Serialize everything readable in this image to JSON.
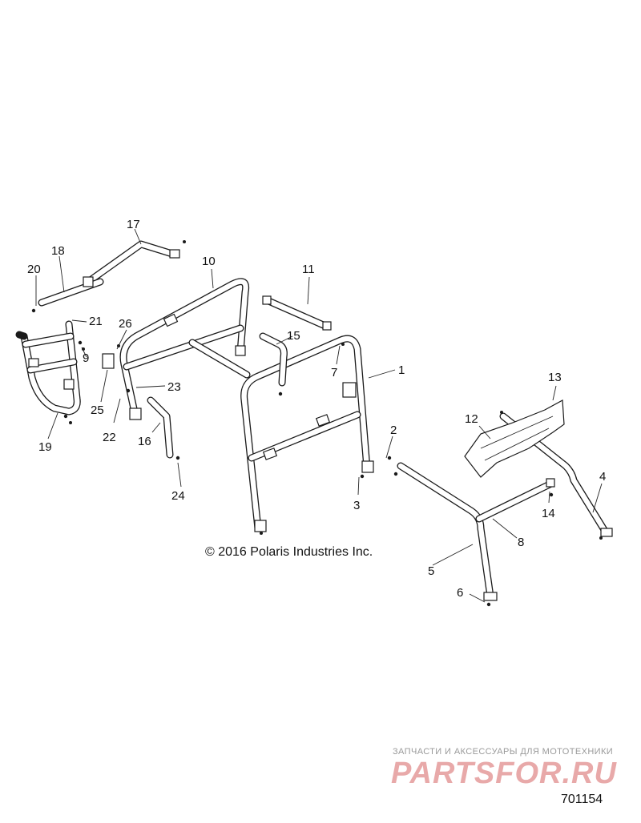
{
  "diagram": {
    "copyright": "© 2016 Polaris Industries Inc.",
    "diagram_id": "701154",
    "watermark": {
      "tagline": "ЗАПЧАСТИ И АКСЕССУАРЫ ДЛЯ МОТОТЕХНИКИ",
      "logo_text": "PARTSFOR.RU"
    },
    "parts": [
      "1",
      "2",
      "3",
      "4",
      "5",
      "6",
      "7",
      "8",
      "9",
      "10",
      "11",
      "12",
      "13",
      "14",
      "15",
      "16",
      "17",
      "18",
      "19",
      "20",
      "21",
      "22",
      "23",
      "24",
      "25",
      "26"
    ]
  }
}
